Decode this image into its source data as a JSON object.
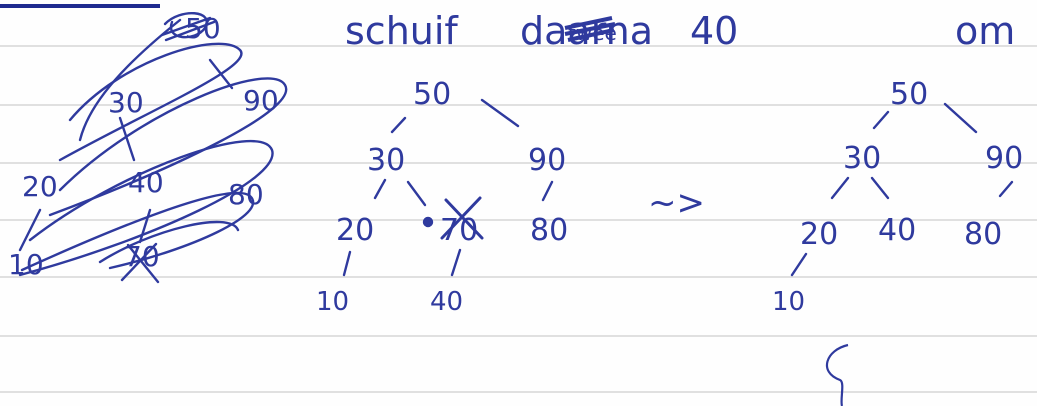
{
  "heading": {
    "word_1": "schuif",
    "word_2": "daarna",
    "struck_word": "twee",
    "word_3": "40",
    "word_4": "om"
  },
  "scribbled_tree": {
    "nodes": [
      "50",
      "30",
      "90",
      "20",
      "40",
      "80",
      "10",
      "70"
    ]
  },
  "middle_tree": {
    "nodes": [
      "50",
      "30",
      "90",
      "20",
      "70",
      "80",
      "10",
      "40"
    ]
  },
  "arrow": "~>",
  "result_tree": {
    "nodes": [
      "50",
      "30",
      "90",
      "20",
      "40",
      "80",
      "10"
    ]
  },
  "colors": {
    "ink": "#2f3a9e",
    "ruling": "#c9c9c9",
    "paper": "#fefefe"
  }
}
